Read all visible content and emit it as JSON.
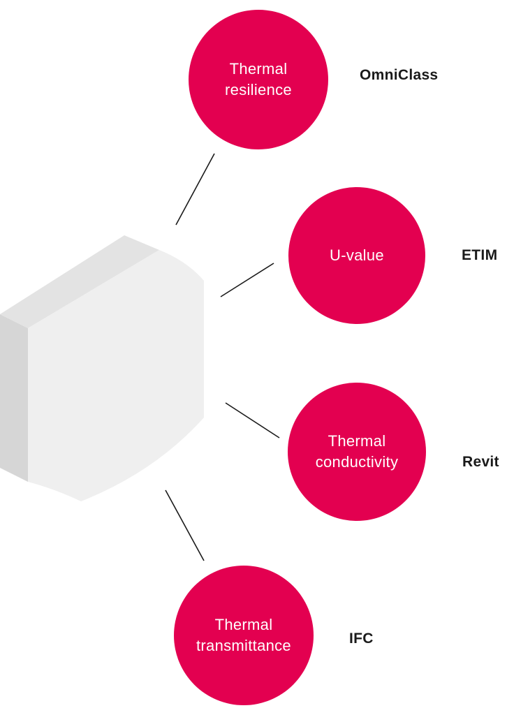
{
  "colors": {
    "node_fill": "#e30050",
    "node_text": "#ffffff",
    "connector": "#1a1a1a",
    "block_front": "#efefef",
    "block_top": "#e3e3e3",
    "block_side": "#d6d6d6",
    "standard_text": "#1a1a1a"
  },
  "object": {
    "icon": "insulation-board-block-icon"
  },
  "nodes": [
    {
      "label": "Thermal\nresilience",
      "standard": "OmniClass"
    },
    {
      "label": "U-value",
      "standard": "ETIM"
    },
    {
      "label": "Thermal\nconductivity",
      "standard": "Revit"
    },
    {
      "label": "Thermal\ntransmittance",
      "standard": "IFC"
    }
  ]
}
